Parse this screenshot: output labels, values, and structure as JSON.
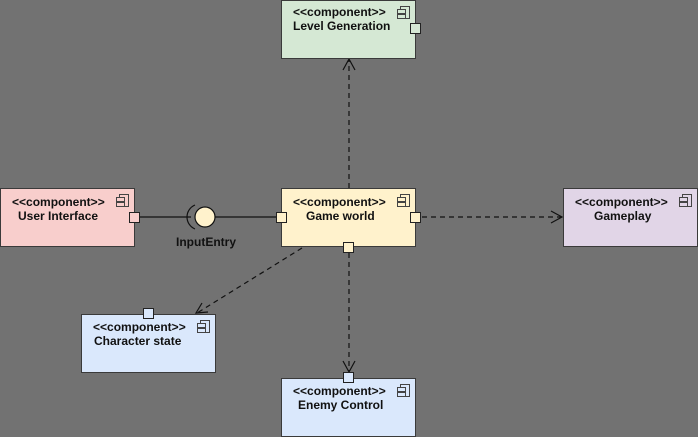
{
  "colors": {
    "background": "#727272",
    "level_generation": "#d5e8d4",
    "user_interface": "#f8cecc",
    "game_world": "#fff2cc",
    "gameplay": "#e1d5e7",
    "character_state": "#dae8fc",
    "enemy_control": "#dae8fc"
  },
  "components": {
    "level_generation": {
      "stereotype": "<<component>>",
      "name": "Level Generation"
    },
    "user_interface": {
      "stereotype": "<<component>>",
      "name": "User Interface"
    },
    "game_world": {
      "stereotype": "<<component>>",
      "name": "Game world"
    },
    "gameplay": {
      "stereotype": "<<component>>",
      "name": "Gameplay"
    },
    "character_state": {
      "stereotype": "<<component>>",
      "name": "Character state"
    },
    "enemy_control": {
      "stereotype": "<<component>>",
      "name": "Enemy Control"
    }
  },
  "interface": {
    "label": "InputEntry"
  }
}
